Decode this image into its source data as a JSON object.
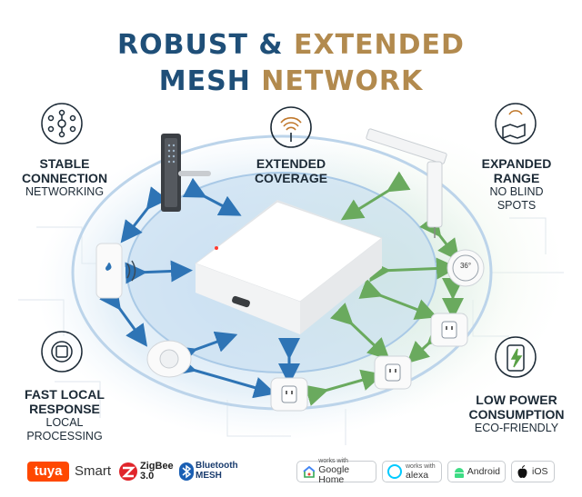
{
  "title": {
    "line1_part1": "ROBUST & ",
    "line1_part2": "EXTENDED",
    "line2_part1": "MESH ",
    "line2_part2": "NETWORK"
  },
  "features": {
    "stable": {
      "line1": "STABLE",
      "line2": "CONNECTION",
      "line3": "NETWORKING"
    },
    "coverage": {
      "line1": "EXTENDED",
      "line2": "COVERAGE"
    },
    "range": {
      "line1": "EXPANDED",
      "line2": "RANGE",
      "line3": "NO BLIND",
      "line4": "SPOTS"
    },
    "fast": {
      "line1": "FAST LOCAL",
      "line2": "RESPONSE",
      "line3": "LOCAL",
      "line4": "PROCESSING"
    },
    "power": {
      "line1": "LOW POWER",
      "line2": "CONSUMPTION",
      "line3": "ECO-FRIENDLY"
    }
  },
  "thermostat_reading": "36°",
  "brands": {
    "tuya": "tuya",
    "smart": "Smart",
    "zigbee_name": "ZigBee",
    "zigbee_version": "3.0",
    "bluetooth_name": "Bluetooth",
    "bluetooth_mesh": "MESH",
    "google_small": "works with",
    "google_big": "Google Home",
    "alexa_small": "works with",
    "alexa_big": "alexa",
    "android": "Android",
    "ios": "iOS"
  },
  "colors": {
    "title_dark": "#1f4f78",
    "title_gold": "#b28a4e",
    "blue_arrow": "#2e74b5",
    "green_arrow": "#6aaa5e"
  },
  "icons": [
    "network-icon",
    "wifi-signal-icon",
    "map-pin-icon",
    "gear-chip-icon",
    "battery-eco-icon"
  ]
}
